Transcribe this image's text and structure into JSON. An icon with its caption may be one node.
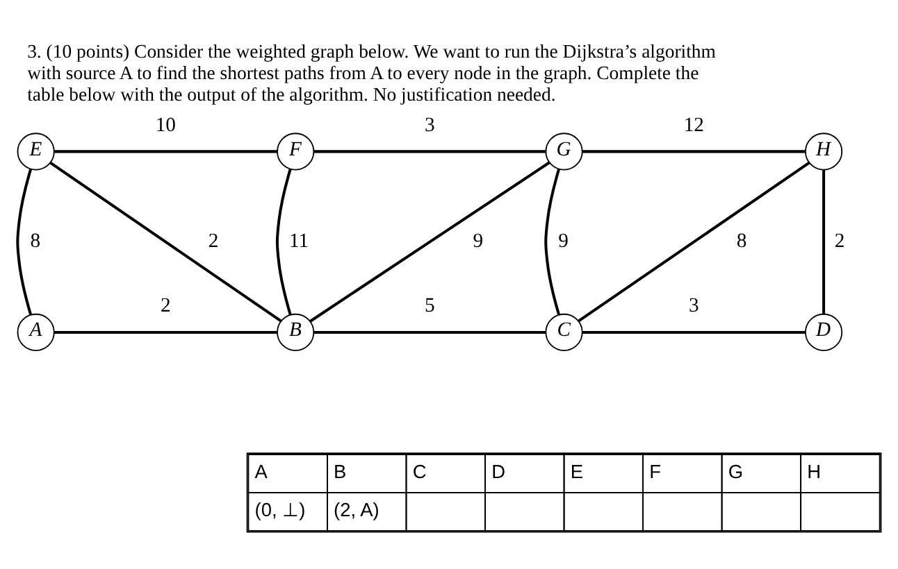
{
  "diagram": {
    "title": "3. (10 points) Consider the weighted graph below. We want to run the Dijkstra’s algorithm with source A to find the shortest paths from A to every node in the graph. Complete the table below with the output of the algorithm. No justification needed.",
    "nodes": [
      {
        "text": [
          "E"
        ]
      },
      {
        "text": [
          "F"
        ]
      },
      {
        "text": [
          "G"
        ]
      },
      {
        "text": [
          "H"
        ]
      },
      {
        "text": [
          "A"
        ]
      },
      {
        "text": [
          "B"
        ]
      },
      {
        "text": [
          "C"
        ]
      },
      {
        "text": [
          "D"
        ]
      }
    ],
    "edges": [
      {
        "from": 0,
        "to": 1,
        "arrow": "none",
        "label": "10"
      },
      {
        "from": 1,
        "to": 2,
        "arrow": "none",
        "label": "3"
      },
      {
        "from": 2,
        "to": 3,
        "arrow": "none",
        "label": "12"
      },
      {
        "from": 0,
        "to": 4,
        "arrow": "none",
        "label": "8"
      },
      {
        "from": 0,
        "to": 5,
        "arrow": "none",
        "label": "2"
      },
      {
        "from": 1,
        "to": 5,
        "arrow": "none",
        "label": "11"
      },
      {
        "from": 2,
        "to": 5,
        "arrow": "none",
        "label": "9"
      },
      {
        "from": 2,
        "to": 6,
        "arrow": "none",
        "label": "9"
      },
      {
        "from": 3,
        "to": 6,
        "arrow": "none",
        "label": "8"
      },
      {
        "from": 3,
        "to": 7,
        "arrow": "none",
        "label": "2"
      },
      {
        "from": 4,
        "to": 5,
        "arrow": "none",
        "label": "2"
      },
      {
        "from": 5,
        "to": 6,
        "arrow": "none",
        "label": "5"
      },
      {
        "from": 6,
        "to": 7,
        "arrow": "none",
        "label": "3"
      }
    ],
    "labels": [
      "A",
      "B",
      "C",
      "D",
      "E",
      "F",
      "G",
      "H",
      "(0, ⊥)",
      "(2, A)"
    ]
  }
}
